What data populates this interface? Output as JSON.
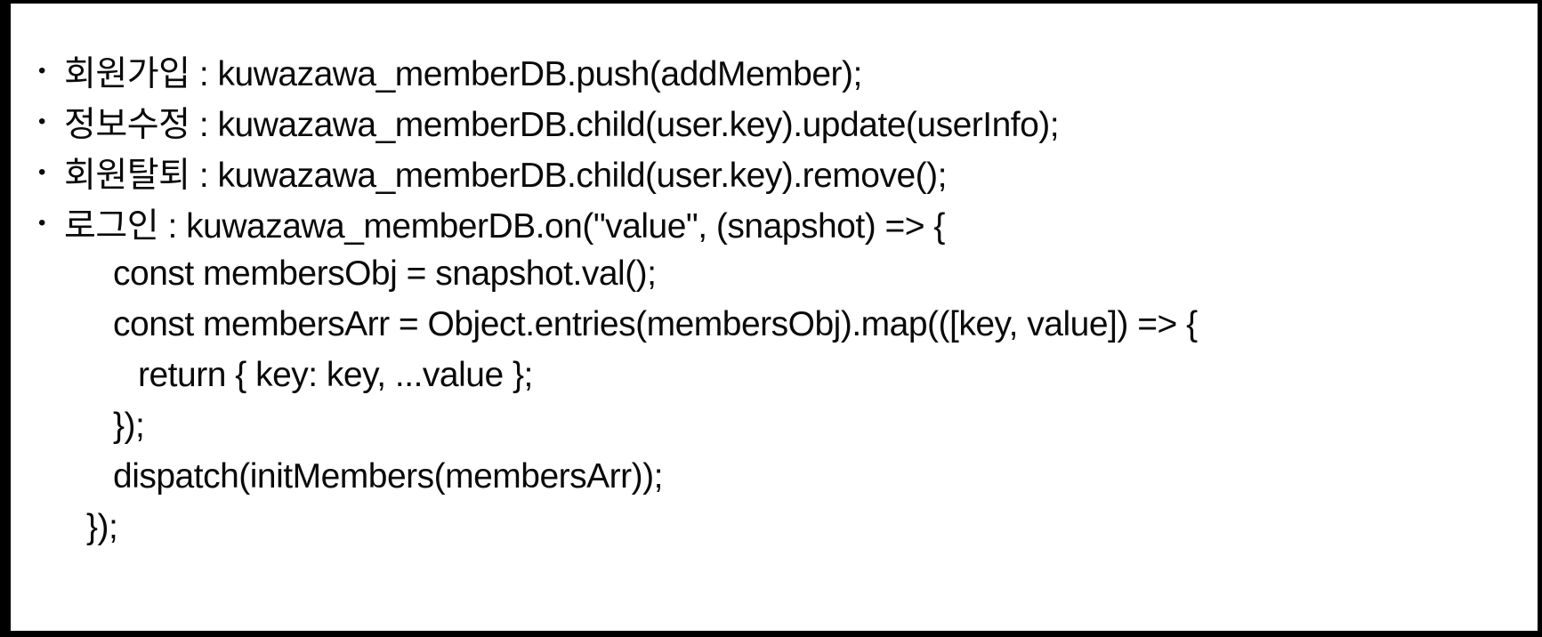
{
  "slide": {
    "background_color": "#ffffff",
    "border_color": "#000000",
    "text_color": "#0a0a0a",
    "bullet_char": "•",
    "lines": [
      {
        "type": "bullet",
        "indent": 0,
        "text": "회원가입 : kuwazawa_memberDB.push(addMember);"
      },
      {
        "type": "bullet",
        "indent": 0,
        "text": "정보수정 : kuwazawa_memberDB.child(user.key).update(userInfo);"
      },
      {
        "type": "bullet",
        "indent": 0,
        "text": "회원탈퇴 : kuwazawa_memberDB.child(user.key).remove();"
      },
      {
        "type": "bullet",
        "indent": 0,
        "text": "로그인 : kuwazawa_memberDB.on(\"value\", (snapshot) => {"
      },
      {
        "type": "code",
        "indent": 1,
        "text": "const membersObj = snapshot.val();"
      },
      {
        "type": "code",
        "indent": 1,
        "text": "const membersArr = Object.entries(membersObj).map(([key, value]) => {"
      },
      {
        "type": "code",
        "indent": 2,
        "text": "return { key: key, ...value };"
      },
      {
        "type": "code",
        "indent": 1,
        "text": "});"
      },
      {
        "type": "code",
        "indent": 1,
        "text": "dispatch(initMembers(membersArr));"
      },
      {
        "type": "code",
        "indent": 0,
        "text": "});"
      }
    ]
  }
}
